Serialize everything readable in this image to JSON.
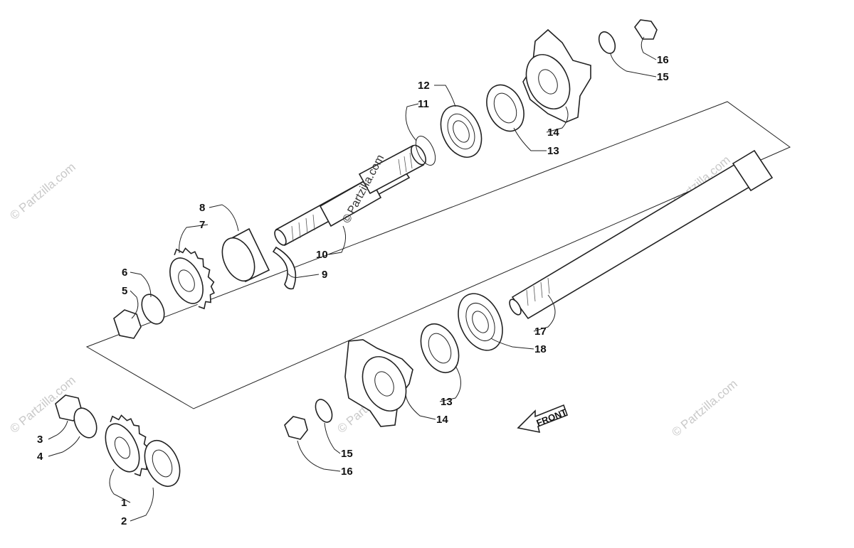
{
  "watermark": {
    "text": "Partzilla.com",
    "copyright": "©"
  },
  "front_label": "FRONT",
  "callouts": [
    {
      "id": "c1",
      "text": "1"
    },
    {
      "id": "c2",
      "text": "2"
    },
    {
      "id": "c3",
      "text": "3"
    },
    {
      "id": "c4",
      "text": "4"
    },
    {
      "id": "c5",
      "text": "5"
    },
    {
      "id": "c6",
      "text": "6"
    },
    {
      "id": "c7",
      "text": "7"
    },
    {
      "id": "c8",
      "text": "8"
    },
    {
      "id": "c9",
      "text": "9"
    },
    {
      "id": "c10",
      "text": "10"
    },
    {
      "id": "c11",
      "text": "11"
    },
    {
      "id": "c12",
      "text": "12"
    },
    {
      "id": "c13a",
      "text": "13"
    },
    {
      "id": "c14a",
      "text": "14"
    },
    {
      "id": "c15a",
      "text": "15"
    },
    {
      "id": "c16a",
      "text": "16"
    },
    {
      "id": "c13b",
      "text": "13"
    },
    {
      "id": "c14b",
      "text": "14"
    },
    {
      "id": "c15b",
      "text": "15"
    },
    {
      "id": "c16b",
      "text": "16"
    },
    {
      "id": "c17",
      "text": "17"
    },
    {
      "id": "c18",
      "text": "18"
    }
  ]
}
